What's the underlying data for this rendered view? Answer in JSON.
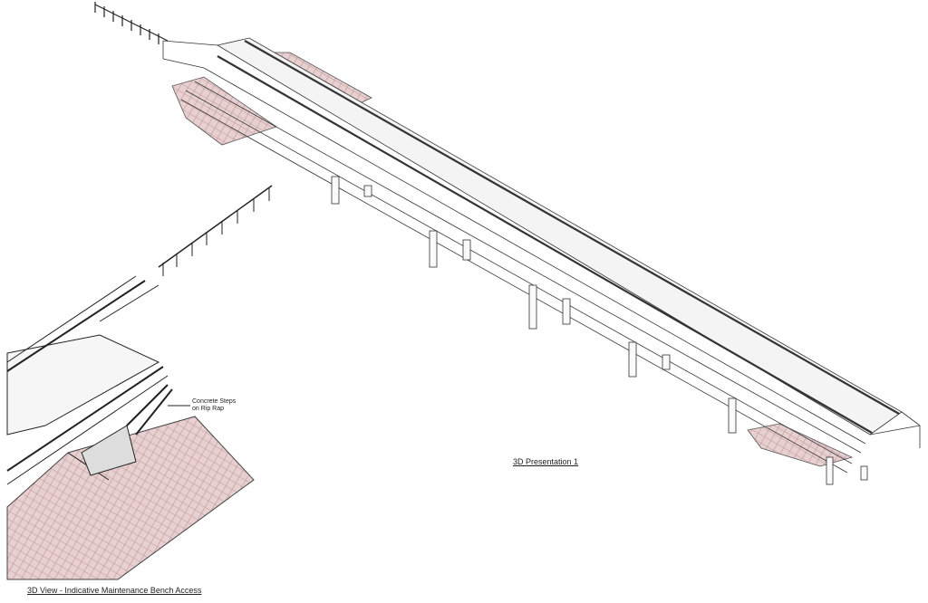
{
  "drawing": {
    "main_view_title": "3D Presentation 1",
    "inset_view_title": "3D View - Indicative Maintenance Bench Access",
    "callout": {
      "line1": "Concrete Steps",
      "line2": "on Rip Rap"
    },
    "colors": {
      "rip_rap": "#e8cfd0",
      "line": "#333333",
      "deck": "#f2f2f2"
    }
  }
}
